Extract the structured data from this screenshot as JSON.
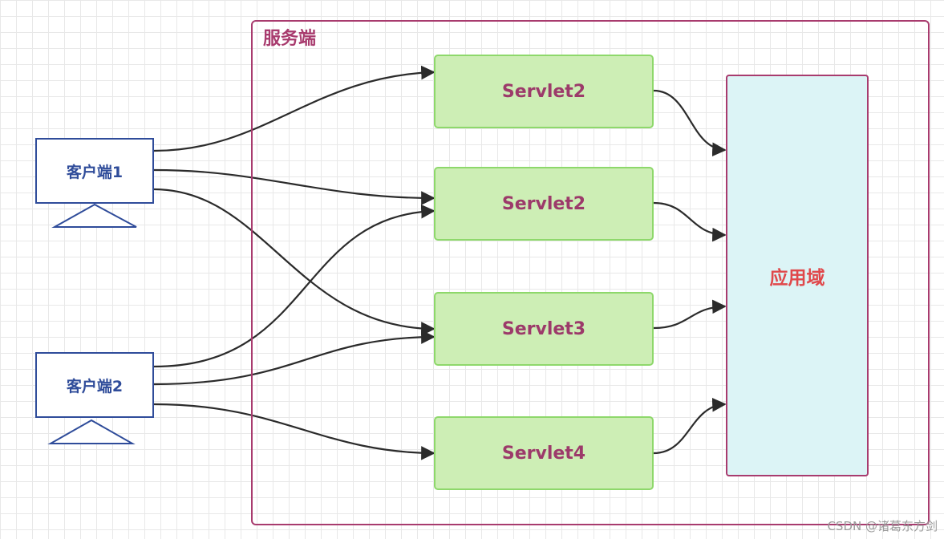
{
  "server": {
    "title": "服务端"
  },
  "clients": [
    {
      "label": "客户端1"
    },
    {
      "label": "客户端2"
    }
  ],
  "servlets": [
    {
      "label": "Servlet2"
    },
    {
      "label": "Servlet2"
    },
    {
      "label": "Servlet3"
    },
    {
      "label": "Servlet4"
    }
  ],
  "app_domain": {
    "label": "应用域"
  },
  "watermark": "CSDN @诸葛东方剑"
}
